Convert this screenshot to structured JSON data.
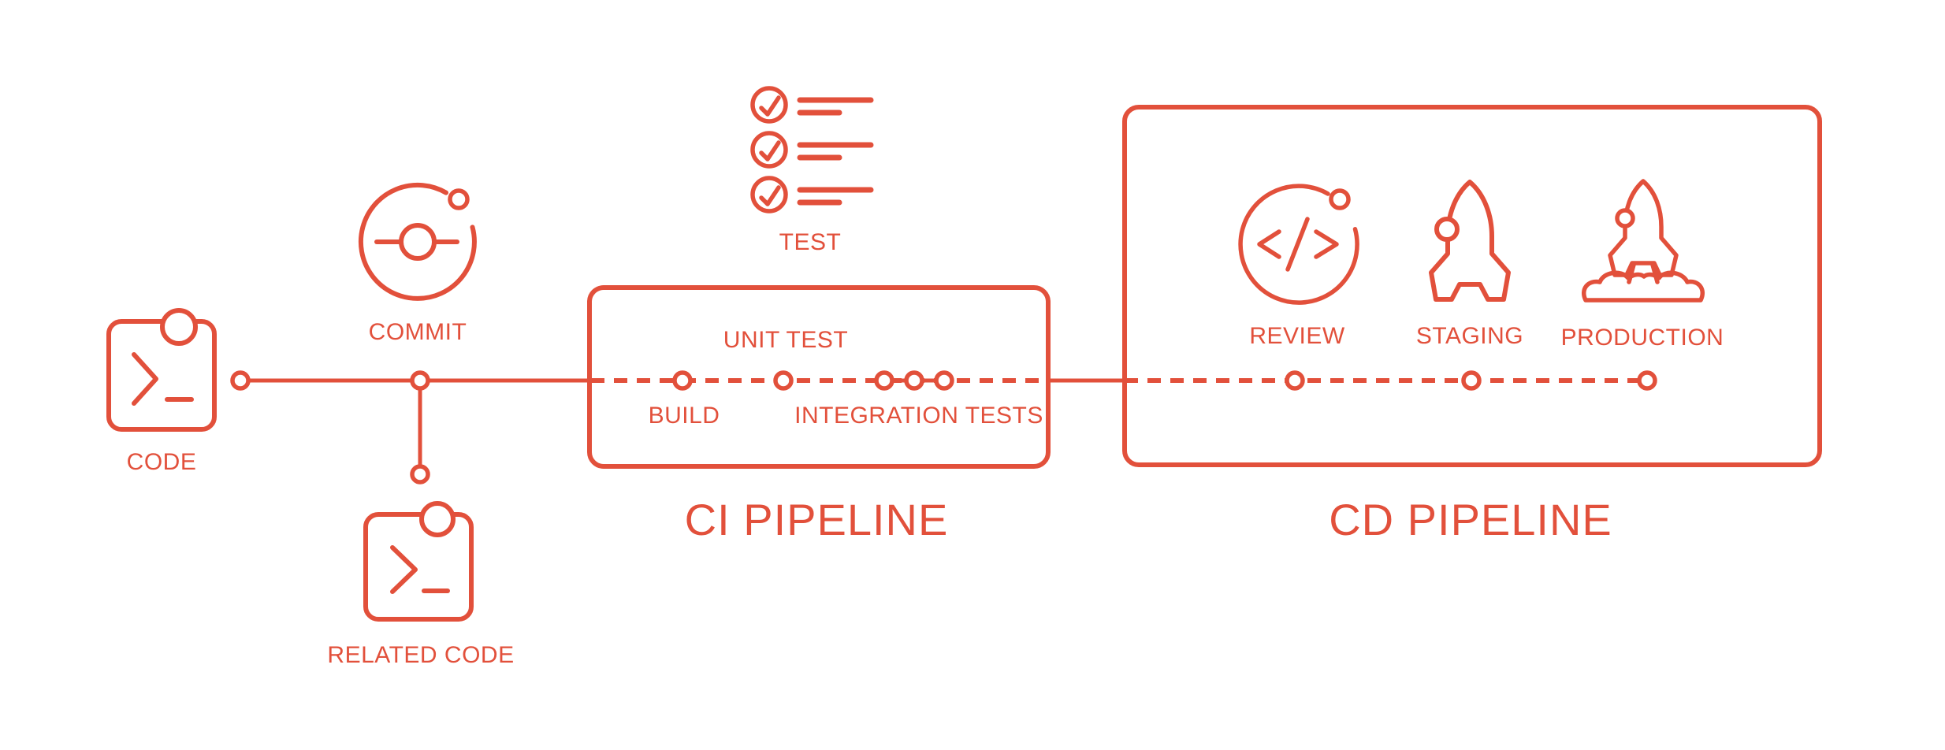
{
  "diagram": {
    "accent_color": "#E2503B",
    "labels": {
      "code": "CODE",
      "commit": "COMMIT",
      "related_code": "RELATED CODE",
      "test": "TEST",
      "build": "BUILD",
      "unit_test": "UNIT TEST",
      "integration_tests": "INTEGRATION TESTS",
      "review": "REVIEW",
      "staging": "STAGING",
      "production": "PRODUCTION"
    },
    "sections": {
      "ci_title": "CI PIPELINE",
      "cd_title": "CD PIPELINE"
    }
  }
}
